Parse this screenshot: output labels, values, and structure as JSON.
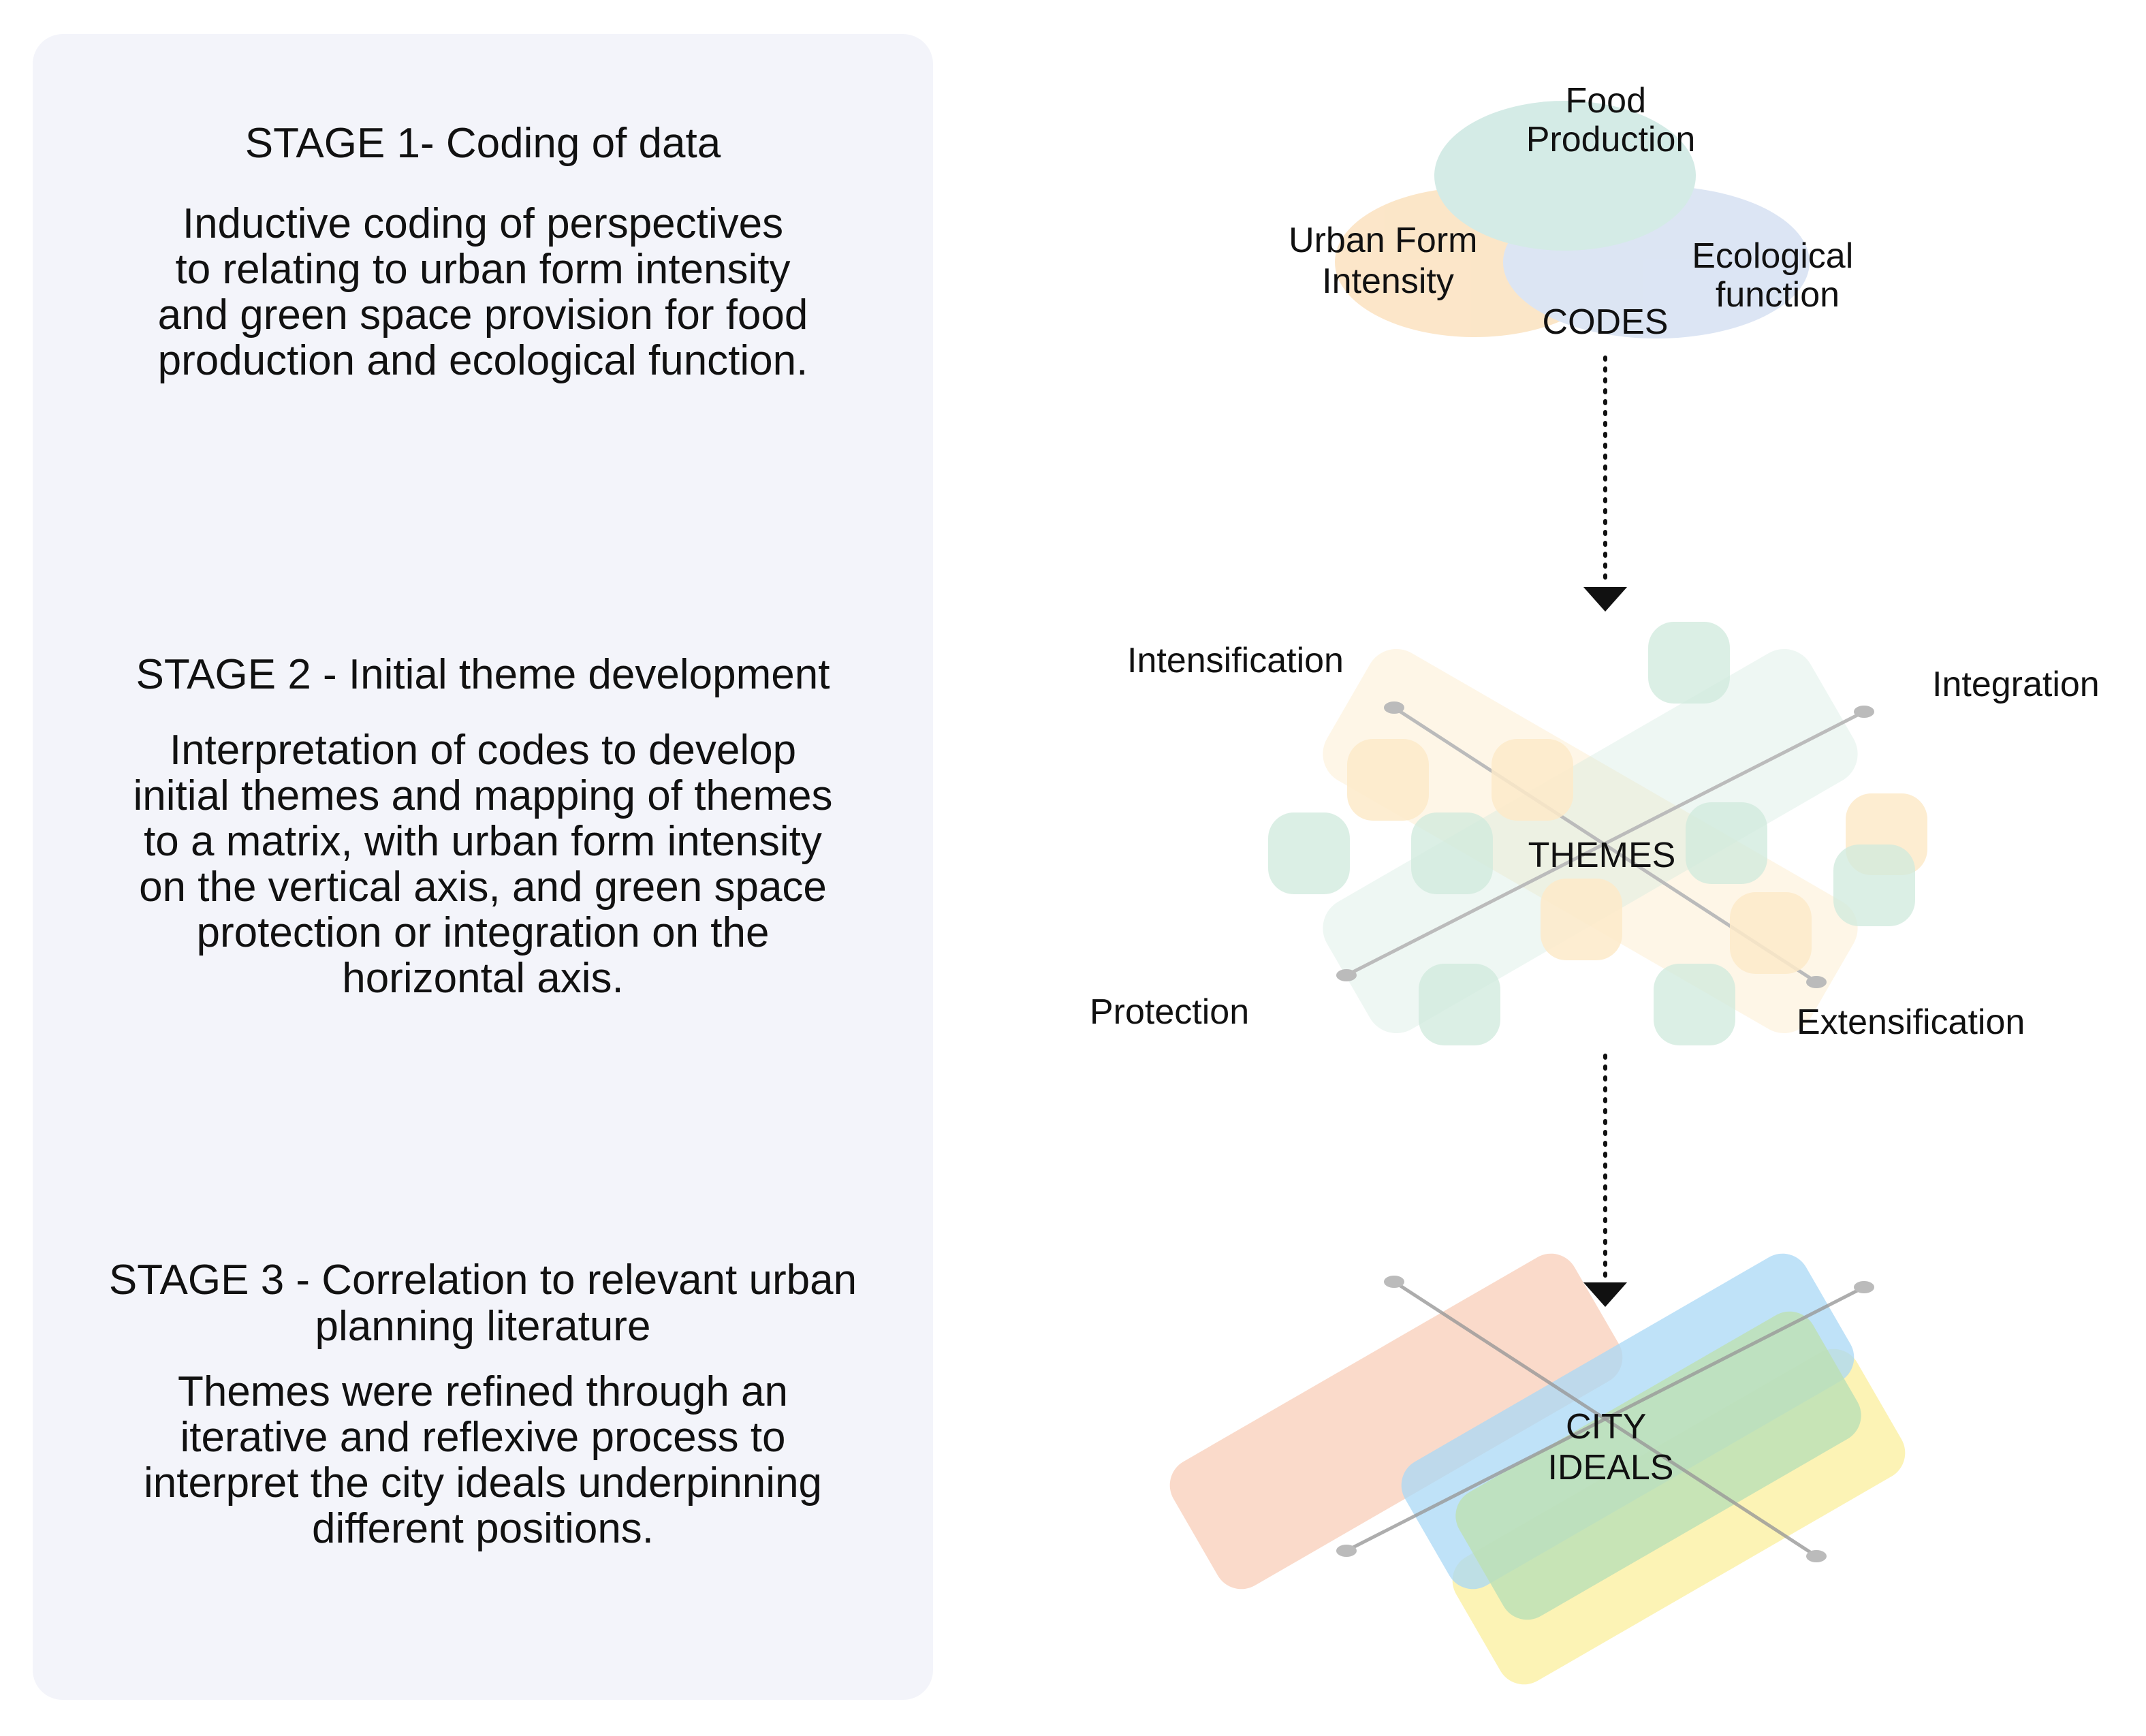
{
  "stages": [
    {
      "title_lines": [
        "STAGE 1- Coding of data"
      ],
      "body_lines": [
        "Inductive coding of perspectives",
        "to relating to urban form intensity",
        "and green space provision for food",
        "production and ecological function."
      ]
    },
    {
      "title_lines": [
        "STAGE 2 - Initial theme development"
      ],
      "body_lines": [
        "Interpretation of codes to develop",
        "initial themes and mapping of themes",
        "to a matrix, with urban form intensity",
        "on the vertical axis, and green space",
        "protection or integration on the",
        "horizontal axis."
      ]
    },
    {
      "title_lines": [
        "STAGE 3 - Correlation to relevant urban",
        "planning literature"
      ],
      "body_lines": [
        "Themes were refined through an",
        "iterative and reflexive process to",
        "interpret the city ideals underpinning",
        "different positions."
      ]
    }
  ],
  "codes": {
    "food_lines": [
      "Food",
      "Production"
    ],
    "urban_lines": [
      "Urban Form",
      "Intensity"
    ],
    "eco_lines": [
      "Ecological",
      "function"
    ],
    "center_label": "CODES",
    "colors": {
      "food": "#cde8e2",
      "urban": "#fbe2bf",
      "eco": "#d6e1f2"
    }
  },
  "themes": {
    "center_label": "THEMES",
    "axis_labels": {
      "intensification": "Intensification",
      "integration": "Integration",
      "protection": "Protection",
      "extensification": "Extensification"
    },
    "colors": {
      "warm": "#fdeac9",
      "green": "#cfe9dc"
    }
  },
  "ideals": {
    "center_lines": [
      "CITY",
      "IDEALS"
    ],
    "colors": {
      "red": "#f8cdb8",
      "blue": "#aad8f6",
      "yellow": "#fbf0a2",
      "green": "#bde0b6"
    }
  }
}
